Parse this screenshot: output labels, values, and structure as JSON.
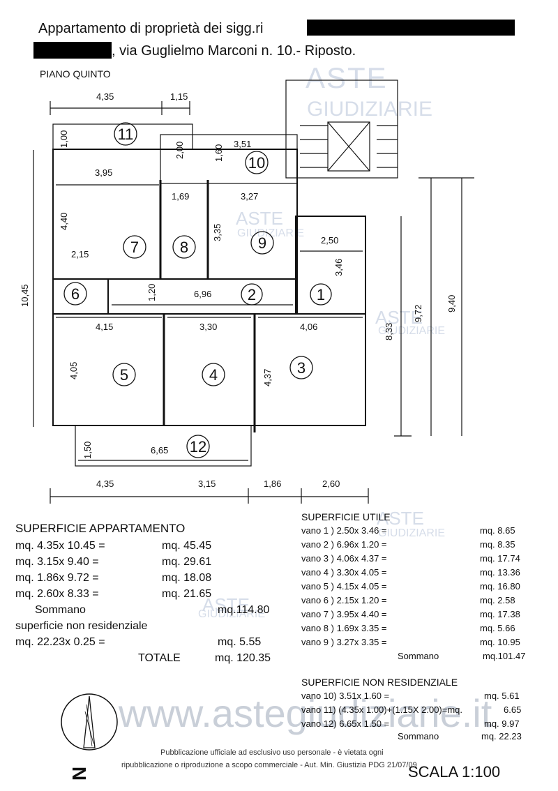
{
  "header": {
    "line1": "Appartamento di proprietà dei sigg.ri",
    "line2": ", via Guglielmo Marconi n. 10.- Riposto.",
    "floor": "PIANO QUINTO"
  },
  "watermark": {
    "brand_top": "ASTE",
    "brand_bottom": "GIUDIZIARIE",
    "url": "www.astegiudiziarie.it"
  },
  "plan": {
    "dims": {
      "top_a": "4,35",
      "top_b": "1,15",
      "r11_h": "1,00",
      "r11_ext_h": "2,00",
      "r10_h": "1,60",
      "r10_w": "3,51",
      "r7_w": "3,95",
      "r8_w": "1,69",
      "r9_w": "3,27",
      "r7_h": "4,40",
      "r9_h": "3,35",
      "r6_w": "2,15",
      "r1_w": "2,50",
      "r1_h": "3,46",
      "r2_w": "6,96",
      "r2_h": "1,20",
      "left_total": "10,45",
      "r5_w": "4,15",
      "r4_w": "3,30",
      "r3_w": "4,06",
      "r5_h": "4,05",
      "r3_h": "4,37",
      "h833": "8,33",
      "h972": "9,72",
      "h940": "9,40",
      "r12_h": "1,50",
      "r12_w": "6,65",
      "bot_a": "4,35",
      "bot_b": "3,15",
      "bot_c": "1,86",
      "bot_d": "2,60"
    },
    "rooms": [
      "1",
      "2",
      "3",
      "4",
      "5",
      "6",
      "7",
      "8",
      "9",
      "10",
      "11",
      "12"
    ]
  },
  "superficie_appartamento": {
    "title": "SUPERFICIE APPARTAMENTO",
    "rows": [
      {
        "calc": "mq.  4.35x 10.45 =",
        "result": "mq. 45.45"
      },
      {
        "calc": "mq.  3.15x  9.40 =",
        "result": "mq. 29.61"
      },
      {
        "calc": "mq.  1.86x  9.72 =",
        "result": "mq. 18.08"
      },
      {
        "calc": "mq.   2.60x 8.33 =",
        "result": "mq.  21.65"
      }
    ],
    "sommano_label": "Sommano",
    "sommano_value": "mq.114.80",
    "non_res_title": "superficie non residenziale",
    "non_res_calc": "mq. 22.23x 0.25   =",
    "non_res_value": "mq.    5.55",
    "totale_label": "TOTALE",
    "totale_value": "mq. 120.35"
  },
  "superficie_utile": {
    "title": "SUPERFICIE UTILE",
    "rows": [
      {
        "calc": "vano 1 )  2.50x 3.46 =",
        "result": "mq.    8.65"
      },
      {
        "calc": "vano 2 )  6.96x 1.20 =",
        "result": "mq.    8.35"
      },
      {
        "calc": "vano 3 )  4.06x 4.37 =",
        "result": "mq.  17.74"
      },
      {
        "calc": "vano 4 )  3.30x 4.05 =",
        "result": "mq.  13.36"
      },
      {
        "calc": "vano 5 )  4.15x 4.05 =",
        "result": "mq.  16.80"
      },
      {
        "calc": "vano 6 )  2.15x 1.20 =",
        "result": "mq.    2.58"
      },
      {
        "calc": "vano 7 )  3.95x 4.40 =",
        "result": "mq.  17.38"
      },
      {
        "calc": "vano 8 )  1.69x 3.35 =",
        "result": "mq.    5.66"
      },
      {
        "calc": "vano 9 )  3.27x 3.35 =",
        "result": "mq.  10.95"
      }
    ],
    "sommano_label": "Sommano",
    "sommano_value": "mq.101.47"
  },
  "superficie_non_residenziale": {
    "title": "SUPERFICIE NON RESIDENZIALE",
    "rows": [
      {
        "calc": "vano 10)  3.51x 1.60 =",
        "result": "mq.    5.61"
      },
      {
        "calc": "vano 11)  (4.35x 1.00)+(1.15X 2.00)=mq.",
        "result": "6.65"
      },
      {
        "calc": "vano 12)  6.65x 1.50 =",
        "result": "mq.    9.97"
      }
    ],
    "sommano_label": "Sommano",
    "sommano_value": "mq.   22.23"
  },
  "footer": {
    "line1": "Pubblicazione ufficiale ad esclusivo uso personale - è vietata ogni",
    "line2": "ripubblicazione o riproduzione a scopo commerciale - Aut. Min. Giustizia PDG 21/07/09",
    "scale": "SCALA 1:100",
    "north": "N"
  }
}
